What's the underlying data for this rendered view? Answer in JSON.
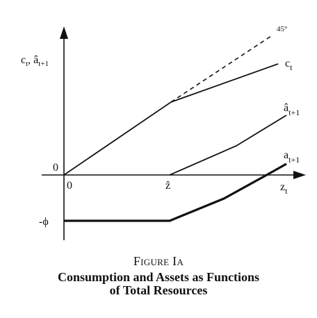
{
  "figure": {
    "label": "Figure Ia",
    "title_line1": "Consumption and Assets as Functions",
    "title_line2": "of Total Resources"
  },
  "axes": {
    "y_label_base_1": "c",
    "y_label_sub_1": "t",
    "y_label_sep": ", ",
    "y_label_base_2": "â",
    "y_label_sub_2": "t+1",
    "x_label_base": "z",
    "x_label_sub": "t",
    "origin_y": "0",
    "origin_x": "0",
    "zhat": "ẑ",
    "neg_phi": "-ϕ"
  },
  "curves": {
    "c_base": "c",
    "c_sub": "t",
    "ahat_base": "â",
    "ahat_sub": "t+1",
    "a_base": "a",
    "a_sub": "t+1",
    "deg45": "45°"
  },
  "colors": {
    "ink": "#111111",
    "background": "#ffffff"
  }
}
